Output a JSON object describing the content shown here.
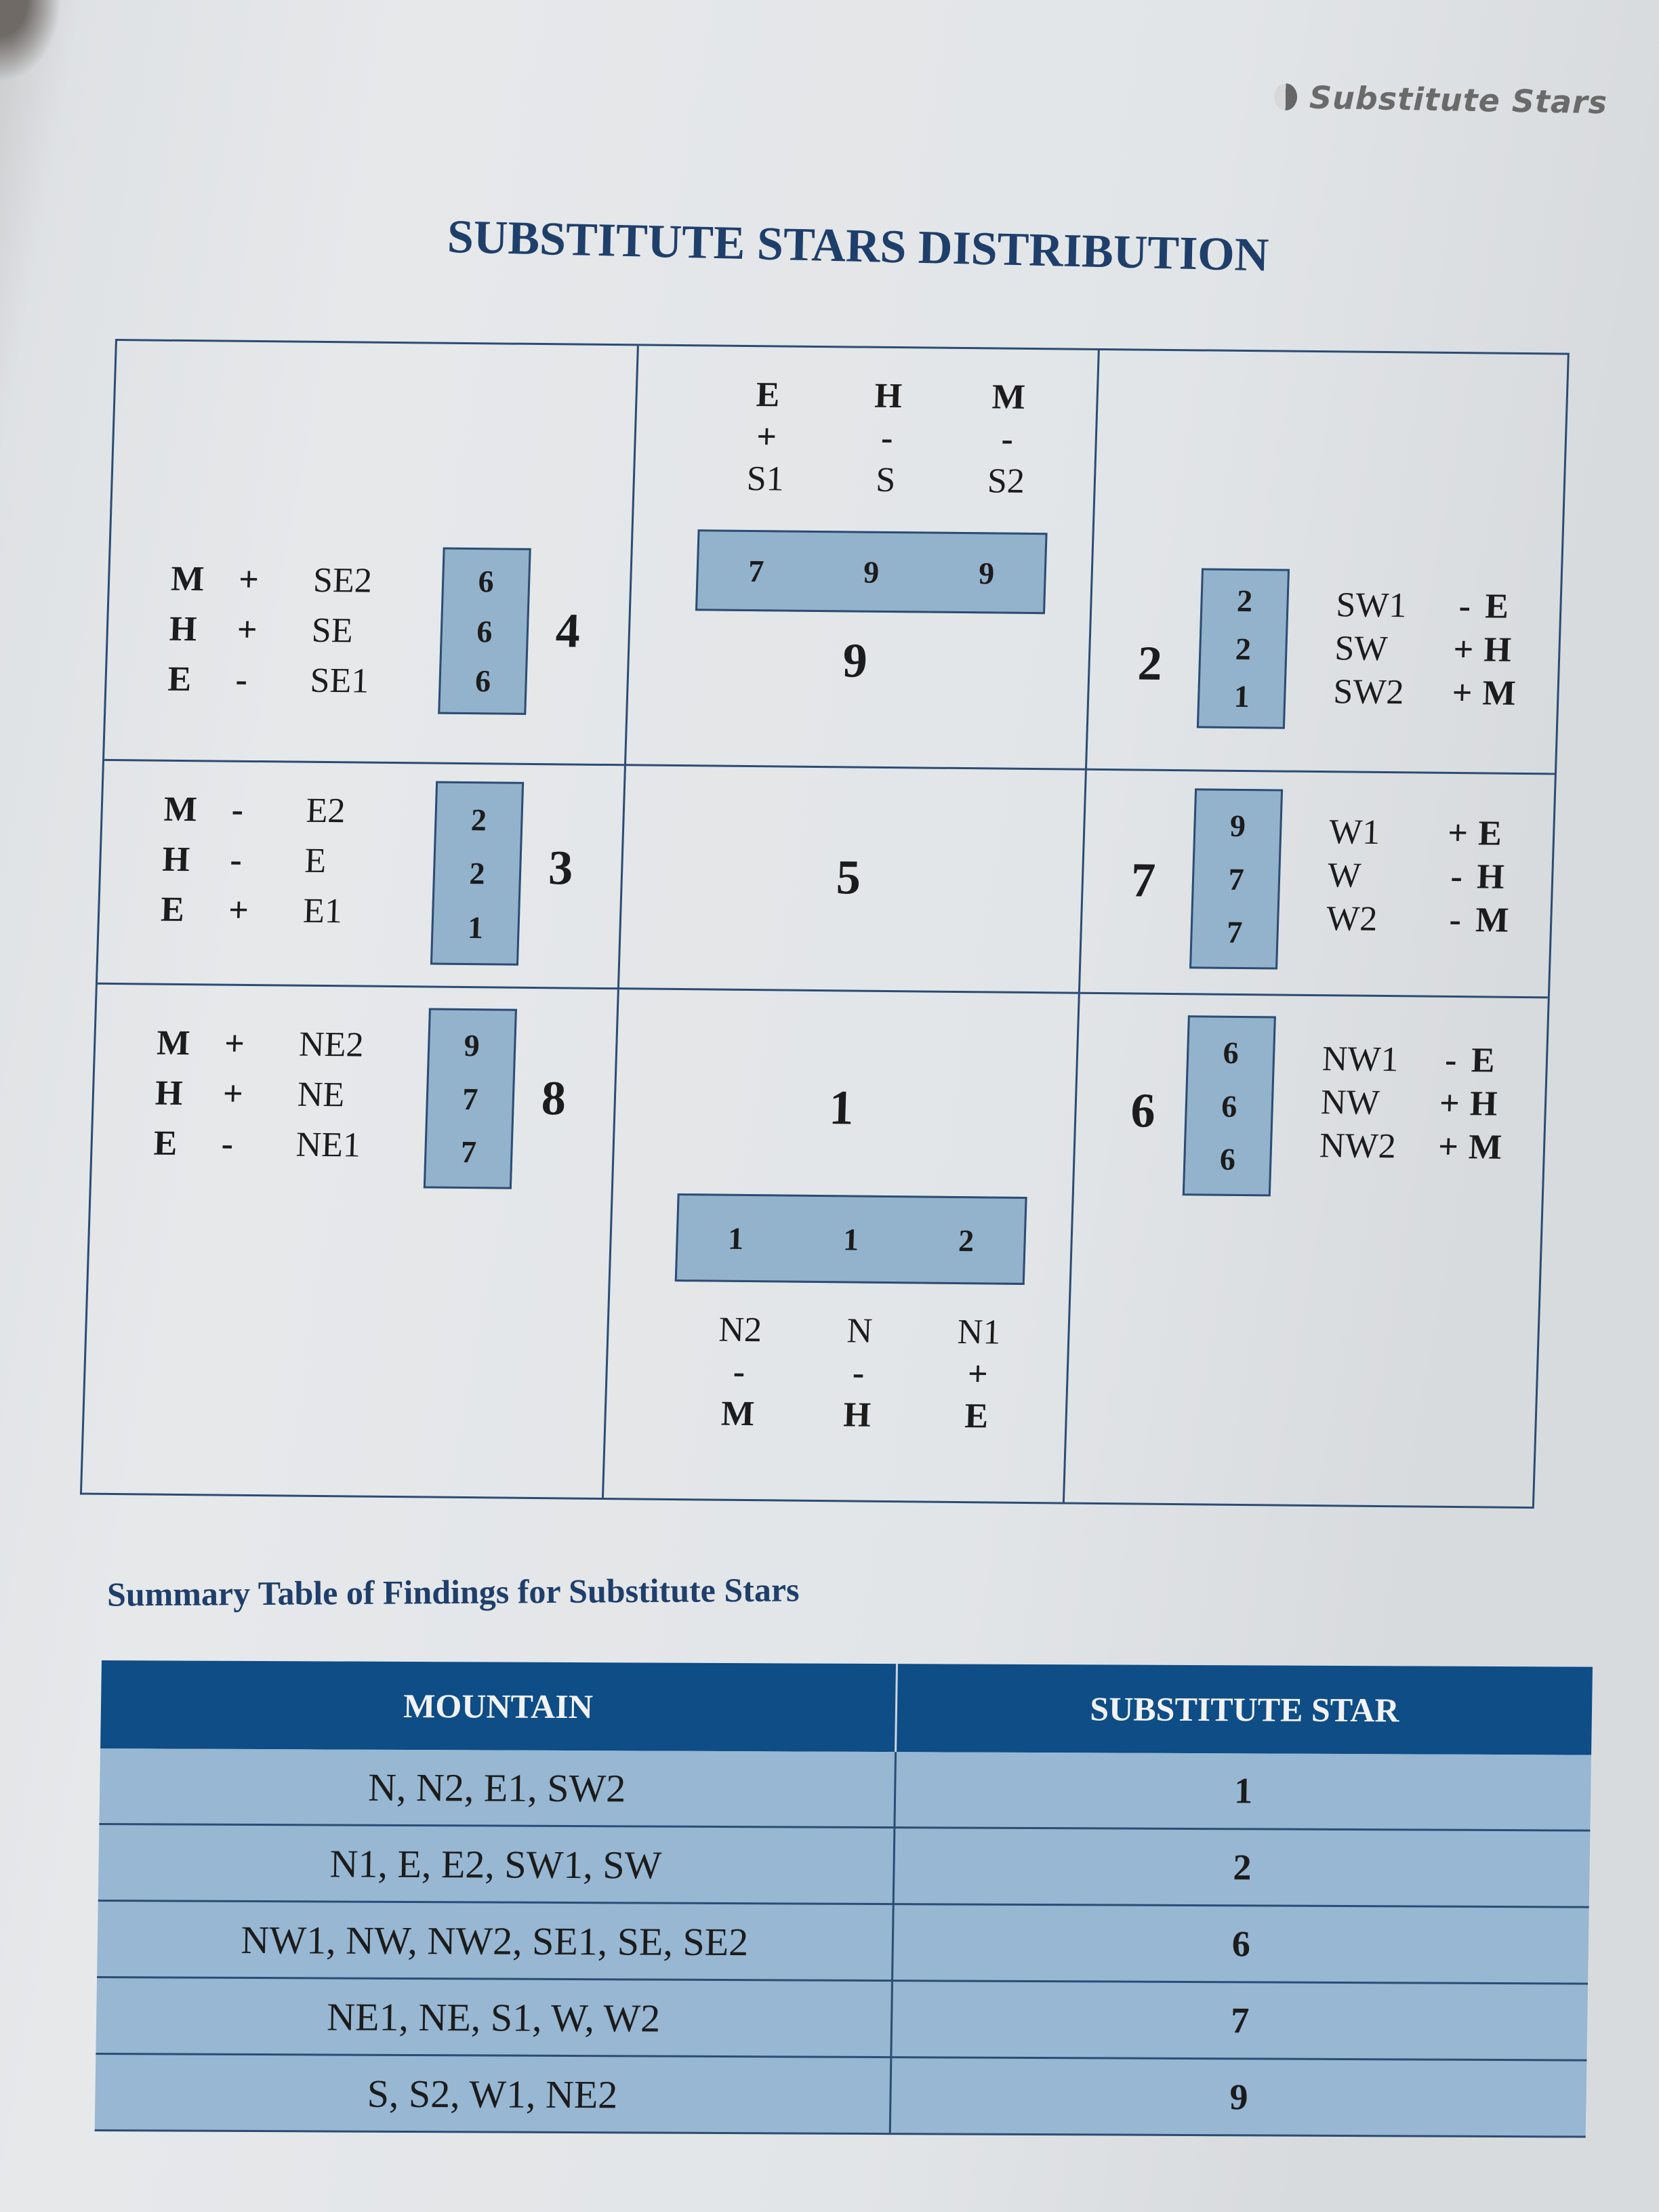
{
  "running_head": {
    "icon": "yin-yang-icon",
    "text": "Substitute Stars"
  },
  "title": "SUBSTITUTE STARS DISTRIBUTION",
  "grid": {
    "se": {
      "base_star": "4",
      "rows": [
        {
          "star": "M",
          "sign": "+",
          "direction": "SE2",
          "substitute": "6"
        },
        {
          "star": "H",
          "sign": "+",
          "direction": "SE",
          "substitute": "6"
        },
        {
          "star": "E",
          "sign": "-",
          "direction": "SE1",
          "substitute": "6"
        }
      ]
    },
    "s": {
      "base_star": "9",
      "cols": [
        {
          "star": "E",
          "sign": "+",
          "direction": "S1",
          "substitute": "7"
        },
        {
          "star": "H",
          "sign": "-",
          "direction": "S",
          "substitute": "9"
        },
        {
          "star": "M",
          "sign": "-",
          "direction": "S2",
          "substitute": "9"
        }
      ]
    },
    "sw": {
      "base_star": "2",
      "rows": [
        {
          "direction": "SW1",
          "sign": "-",
          "star": "E",
          "substitute": "2"
        },
        {
          "direction": "SW",
          "sign": "+",
          "star": "H",
          "substitute": "2"
        },
        {
          "direction": "SW2",
          "sign": "+",
          "star": "M",
          "substitute": "1"
        }
      ]
    },
    "e": {
      "base_star": "3",
      "rows": [
        {
          "star": "M",
          "sign": "-",
          "direction": "E2",
          "substitute": "2"
        },
        {
          "star": "H",
          "sign": "-",
          "direction": "E",
          "substitute": "2"
        },
        {
          "star": "E",
          "sign": "+",
          "direction": "E1",
          "substitute": "1"
        }
      ]
    },
    "center": {
      "base_star": "5"
    },
    "w": {
      "base_star": "7",
      "rows": [
        {
          "direction": "W1",
          "sign": "+",
          "star": "E",
          "substitute": "9"
        },
        {
          "direction": "W",
          "sign": "-",
          "star": "H",
          "substitute": "7"
        },
        {
          "direction": "W2",
          "sign": "-",
          "star": "M",
          "substitute": "7"
        }
      ]
    },
    "ne": {
      "base_star": "8",
      "rows": [
        {
          "star": "M",
          "sign": "+",
          "direction": "NE2",
          "substitute": "9"
        },
        {
          "star": "H",
          "sign": "+",
          "direction": "NE",
          "substitute": "7"
        },
        {
          "star": "E",
          "sign": "-",
          "direction": "NE1",
          "substitute": "7"
        }
      ]
    },
    "n": {
      "base_star": "1",
      "cols": [
        {
          "direction": "N2",
          "sign": "-",
          "star": "M",
          "substitute": "1"
        },
        {
          "direction": "N",
          "sign": "-",
          "star": "H",
          "substitute": "1"
        },
        {
          "direction": "N1",
          "sign": "+",
          "star": "E",
          "substitute": "2"
        }
      ]
    },
    "nw": {
      "base_star": "6",
      "rows": [
        {
          "direction": "NW1",
          "sign": "-",
          "star": "E",
          "substitute": "6"
        },
        {
          "direction": "NW",
          "sign": "+",
          "star": "H",
          "substitute": "6"
        },
        {
          "direction": "NW2",
          "sign": "+",
          "star": "M",
          "substitute": "6"
        }
      ]
    }
  },
  "summary": {
    "title": "Summary Table of Findings for Substitute Stars",
    "headers": [
      "MOUNTAIN",
      "SUBSTITUTE STAR"
    ],
    "rows": [
      {
        "mountain": "N, N2, E1, SW2",
        "star": "1"
      },
      {
        "mountain": "N1, E, E2, SW1, SW",
        "star": "2"
      },
      {
        "mountain": "NW1, NW, NW2, SE1, SE, SE2",
        "star": "6"
      },
      {
        "mountain": "NE1, NE, S1, W, W2",
        "star": "7"
      },
      {
        "mountain": "S, S2, W1, NE2",
        "star": "9"
      }
    ]
  },
  "colors": {
    "accent_navy": "#1f3f6b",
    "header_blue": "#0e4d86",
    "cell_blue": "#93b3cc",
    "grid_line": "#2b4c74"
  }
}
